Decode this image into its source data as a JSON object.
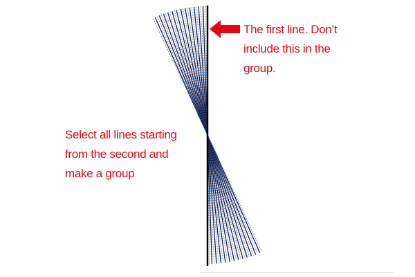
{
  "annotations": {
    "first_line": {
      "lines": [
        "The first line. Don’t",
        "include this in the",
        "group."
      ]
    },
    "select_lines": {
      "lines": [
        "Select all lines starting",
        "from the second and",
        "make a group"
      ]
    }
  },
  "colors": {
    "annotation_text": "#e30613",
    "arrow": "#e30613",
    "first_line": "#000000",
    "fan_dark": "#1b1b3a",
    "fan_light": "#4a7fe0",
    "wedge_fill": "#5b8ff0"
  },
  "fan": {
    "copies": 25,
    "step_degrees": 1.0
  }
}
